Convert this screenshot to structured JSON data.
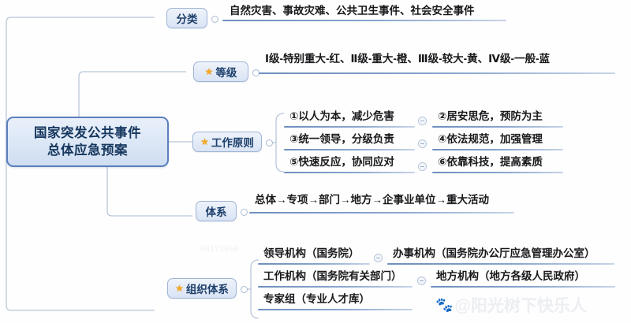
{
  "root": {
    "line1": "国家突发公共事件",
    "line2": "总体应急预案"
  },
  "colors": {
    "root_border": "#5b7fbd",
    "root_text": "#16375e",
    "node_border": "#9fb4d4",
    "node_text": "#1d3f6b",
    "star": "#f2a928",
    "rule": "#6e8fbe",
    "leaf_text": "#19191b",
    "canvas": "#fefeff"
  },
  "branches": [
    {
      "key": "classification",
      "label": "分类",
      "starred": false,
      "leaves": [
        {
          "text": "自然灾害、事故灾难、公共卫生事件、社会安全事件"
        }
      ]
    },
    {
      "key": "grade",
      "label": "等级",
      "starred": true,
      "star_icon": "star-icon",
      "leaves": [
        {
          "text": "Ⅰ级-特别重大-红、Ⅱ级-重大-橙、Ⅲ级-较大-黄、Ⅳ级-一般-蓝"
        }
      ]
    },
    {
      "key": "work-principles",
      "label": "工作原则",
      "starred": true,
      "star_icon": "star-icon",
      "leaves": [
        {
          "text": "①以人为本，减少危害",
          "pair": "②居安思危，预防为主"
        },
        {
          "text": "③统一领导，分级负责",
          "pair": "④依法规范，加强管理"
        },
        {
          "text": "⑤快速反应，协同应对",
          "pair": "⑥依靠科技，提高素质"
        }
      ]
    },
    {
      "key": "system",
      "label": "体系",
      "starred": false,
      "leaves": [
        {
          "text": "总体→专项→部门→地方→企事业单位→重大活动"
        }
      ]
    },
    {
      "key": "organization",
      "label": "组织体系",
      "starred": true,
      "star_icon": "star-icon",
      "leaves": [
        {
          "text": "领导机构（国务院）",
          "pair": "办事机构（国务院办公厅应急管理办公室）"
        },
        {
          "text": "工作机构（国务院有关部门）",
          "pair": "地方机构（地方各级人民政府）"
        },
        {
          "text": "专家组（专业人才库）"
        }
      ]
    }
  ],
  "watermarks": {
    "id": "68171556",
    "brand": "@阳光树下快乐人",
    "brand_icon": "baidu-paw-icon"
  }
}
